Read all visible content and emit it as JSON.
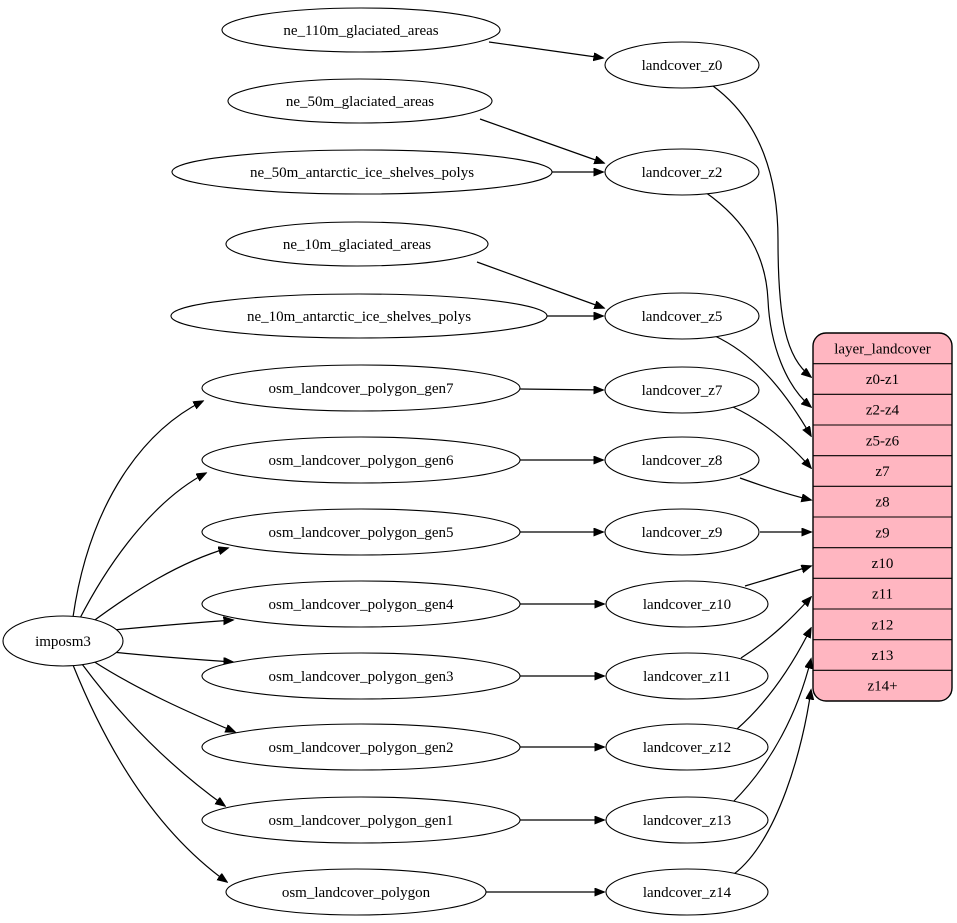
{
  "diagram": {
    "type": "graphviz-dependency-graph",
    "background_color": "#ffffff",
    "node_fill": "#ffffff",
    "node_stroke": "#000000",
    "edge_color": "#000000",
    "nodes": [
      {
        "id": "imposm3",
        "label": "imposm3"
      },
      {
        "id": "ne_110m_glaciated_areas",
        "label": "ne_110m_glaciated_areas"
      },
      {
        "id": "ne_50m_glaciated_areas",
        "label": "ne_50m_glaciated_areas"
      },
      {
        "id": "ne_50m_antarctic_ice_shelves_polys",
        "label": "ne_50m_antarctic_ice_shelves_polys"
      },
      {
        "id": "ne_10m_glaciated_areas",
        "label": "ne_10m_glaciated_areas"
      },
      {
        "id": "ne_10m_antarctic_ice_shelves_polys",
        "label": "ne_10m_antarctic_ice_shelves_polys"
      },
      {
        "id": "osm_landcover_polygon_gen7",
        "label": "osm_landcover_polygon_gen7"
      },
      {
        "id": "osm_landcover_polygon_gen6",
        "label": "osm_landcover_polygon_gen6"
      },
      {
        "id": "osm_landcover_polygon_gen5",
        "label": "osm_landcover_polygon_gen5"
      },
      {
        "id": "osm_landcover_polygon_gen4",
        "label": "osm_landcover_polygon_gen4"
      },
      {
        "id": "osm_landcover_polygon_gen3",
        "label": "osm_landcover_polygon_gen3"
      },
      {
        "id": "osm_landcover_polygon_gen2",
        "label": "osm_landcover_polygon_gen2"
      },
      {
        "id": "osm_landcover_polygon_gen1",
        "label": "osm_landcover_polygon_gen1"
      },
      {
        "id": "osm_landcover_polygon",
        "label": "osm_landcover_polygon"
      },
      {
        "id": "landcover_z0",
        "label": "landcover_z0"
      },
      {
        "id": "landcover_z2",
        "label": "landcover_z2"
      },
      {
        "id": "landcover_z5",
        "label": "landcover_z5"
      },
      {
        "id": "landcover_z7",
        "label": "landcover_z7"
      },
      {
        "id": "landcover_z8",
        "label": "landcover_z8"
      },
      {
        "id": "landcover_z9",
        "label": "landcover_z9"
      },
      {
        "id": "landcover_z10",
        "label": "landcover_z10"
      },
      {
        "id": "landcover_z11",
        "label": "landcover_z11"
      },
      {
        "id": "landcover_z12",
        "label": "landcover_z12"
      },
      {
        "id": "landcover_z13",
        "label": "landcover_z13"
      },
      {
        "id": "landcover_z14",
        "label": "landcover_z14"
      }
    ],
    "record": {
      "id": "layer_landcover",
      "title": "layer_landcover",
      "rows": [
        "z0-z1",
        "z2-z4",
        "z5-z6",
        "z7",
        "z8",
        "z9",
        "z10",
        "z11",
        "z12",
        "z13",
        "z14+"
      ],
      "fill": "#ffb6c1",
      "stroke": "#000000"
    },
    "edges": [
      {
        "from": "ne_110m_glaciated_areas",
        "to": "landcover_z0"
      },
      {
        "from": "ne_50m_glaciated_areas",
        "to": "landcover_z2"
      },
      {
        "from": "ne_50m_antarctic_ice_shelves_polys",
        "to": "landcover_z2"
      },
      {
        "from": "ne_10m_glaciated_areas",
        "to": "landcover_z5"
      },
      {
        "from": "ne_10m_antarctic_ice_shelves_polys",
        "to": "landcover_z5"
      },
      {
        "from": "imposm3",
        "to": "osm_landcover_polygon_gen7"
      },
      {
        "from": "imposm3",
        "to": "osm_landcover_polygon_gen6"
      },
      {
        "from": "imposm3",
        "to": "osm_landcover_polygon_gen5"
      },
      {
        "from": "imposm3",
        "to": "osm_landcover_polygon_gen4"
      },
      {
        "from": "imposm3",
        "to": "osm_landcover_polygon_gen3"
      },
      {
        "from": "imposm3",
        "to": "osm_landcover_polygon_gen2"
      },
      {
        "from": "imposm3",
        "to": "osm_landcover_polygon_gen1"
      },
      {
        "from": "imposm3",
        "to": "osm_landcover_polygon"
      },
      {
        "from": "osm_landcover_polygon_gen7",
        "to": "landcover_z7"
      },
      {
        "from": "osm_landcover_polygon_gen6",
        "to": "landcover_z8"
      },
      {
        "from": "osm_landcover_polygon_gen5",
        "to": "landcover_z9"
      },
      {
        "from": "osm_landcover_polygon_gen4",
        "to": "landcover_z10"
      },
      {
        "from": "osm_landcover_polygon_gen3",
        "to": "landcover_z11"
      },
      {
        "from": "osm_landcover_polygon_gen2",
        "to": "landcover_z12"
      },
      {
        "from": "osm_landcover_polygon_gen1",
        "to": "landcover_z13"
      },
      {
        "from": "osm_landcover_polygon",
        "to": "landcover_z14"
      },
      {
        "from": "landcover_z0",
        "to": "layer_landcover:z0-z1"
      },
      {
        "from": "landcover_z2",
        "to": "layer_landcover:z2-z4"
      },
      {
        "from": "landcover_z5",
        "to": "layer_landcover:z5-z6"
      },
      {
        "from": "landcover_z7",
        "to": "layer_landcover:z7"
      },
      {
        "from": "landcover_z8",
        "to": "layer_landcover:z8"
      },
      {
        "from": "landcover_z9",
        "to": "layer_landcover:z9"
      },
      {
        "from": "landcover_z10",
        "to": "layer_landcover:z10"
      },
      {
        "from": "landcover_z11",
        "to": "layer_landcover:z11"
      },
      {
        "from": "landcover_z12",
        "to": "layer_landcover:z12"
      },
      {
        "from": "landcover_z13",
        "to": "layer_landcover:z13"
      },
      {
        "from": "landcover_z14",
        "to": "layer_landcover:z14+"
      }
    ]
  }
}
